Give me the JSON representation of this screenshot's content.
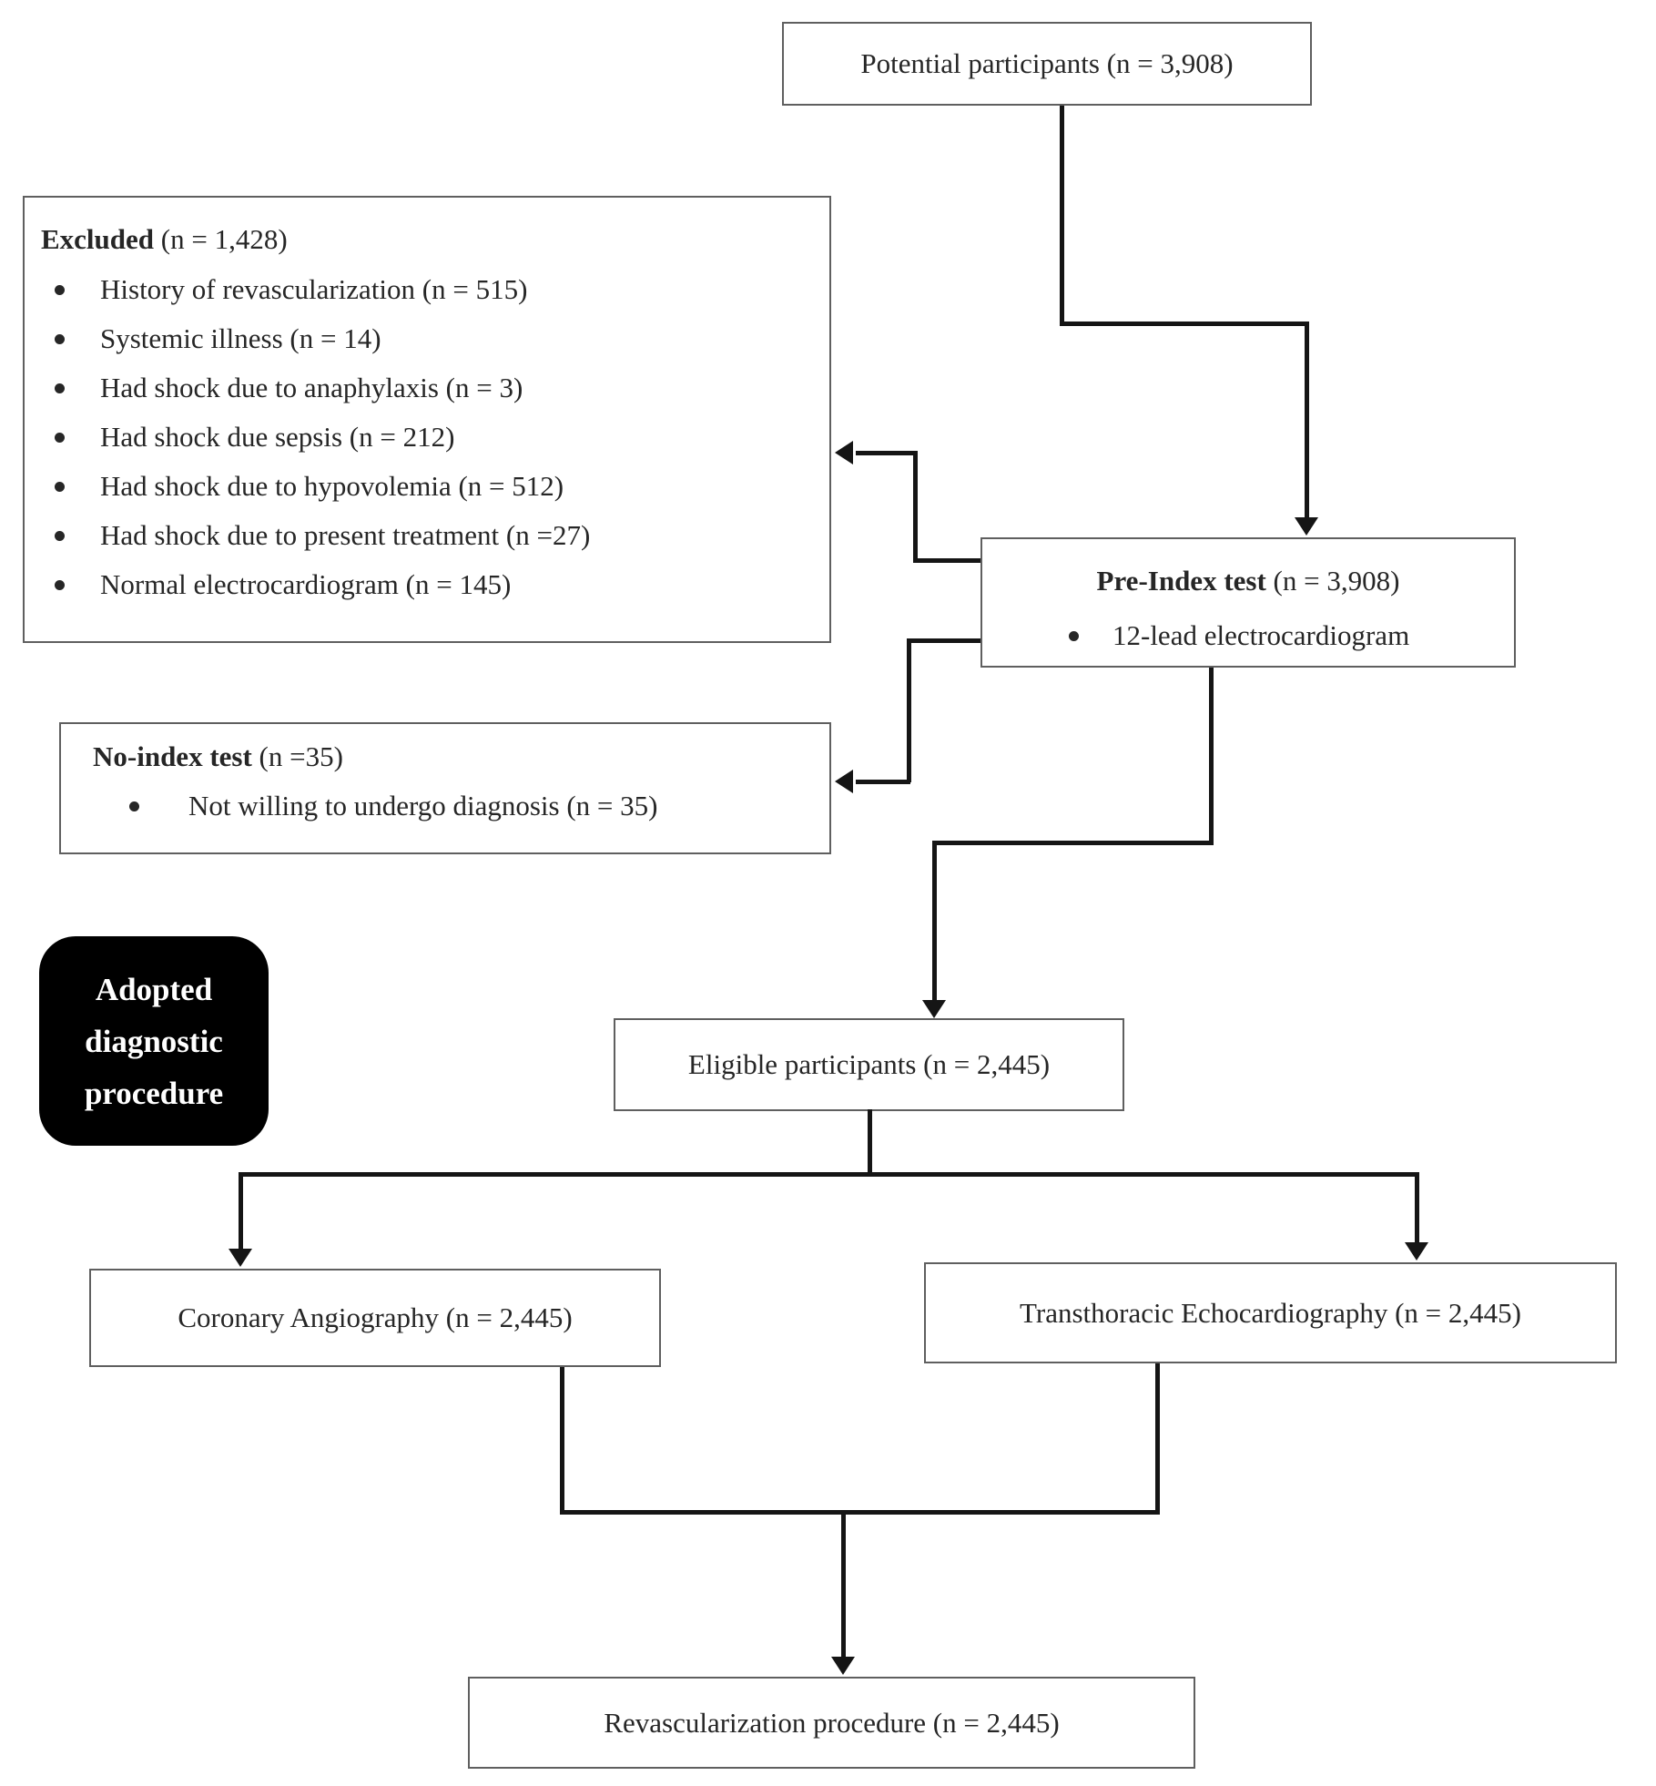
{
  "figure": {
    "background": "#ffffff",
    "box_border_color": "#5f5f5f",
    "connector_color": "#151515",
    "text_color": "#262626",
    "highlight_box_bg": "#000000",
    "highlight_box_text_color": "#ffffff"
  },
  "nodes": {
    "potential": {
      "label": "Potential participants (n = 3,908)"
    },
    "excluded": {
      "title": "Excluded",
      "title_suffix": " (n = 1,428)",
      "bullets": [
        "History of revascularization (n = 515)",
        "Systemic illness (n = 14)",
        "Had shock due to anaphylaxis (n = 3)",
        "Had shock due sepsis (n = 212)",
        "Had shock due to hypovolemia (n = 512)",
        "Had shock due to present treatment (n =27)",
        "Normal electrocardiogram (n = 145)"
      ]
    },
    "pre_index": {
      "title": "Pre-Index test",
      "title_suffix": " (n = 3,908)",
      "bullets": [
        "12-lead electrocardiogram"
      ]
    },
    "no_index": {
      "title": "No-index test",
      "title_suffix": " (n =35)",
      "bullets": [
        "Not willing to undergo diagnosis (n = 35)"
      ]
    },
    "adopted_label": {
      "line1": "Adopted",
      "line2": "diagnostic",
      "line3": "procedure"
    },
    "eligible": {
      "label": "Eligible participants (n = 2,445)"
    },
    "coronary": {
      "label": "Coronary Angiography (n = 2,445)"
    },
    "transthoracic": {
      "label": "Transthoracic Echocardiography (n = 2,445)"
    },
    "revascularization": {
      "label": "Revascularization procedure (n = 2,445)"
    }
  }
}
